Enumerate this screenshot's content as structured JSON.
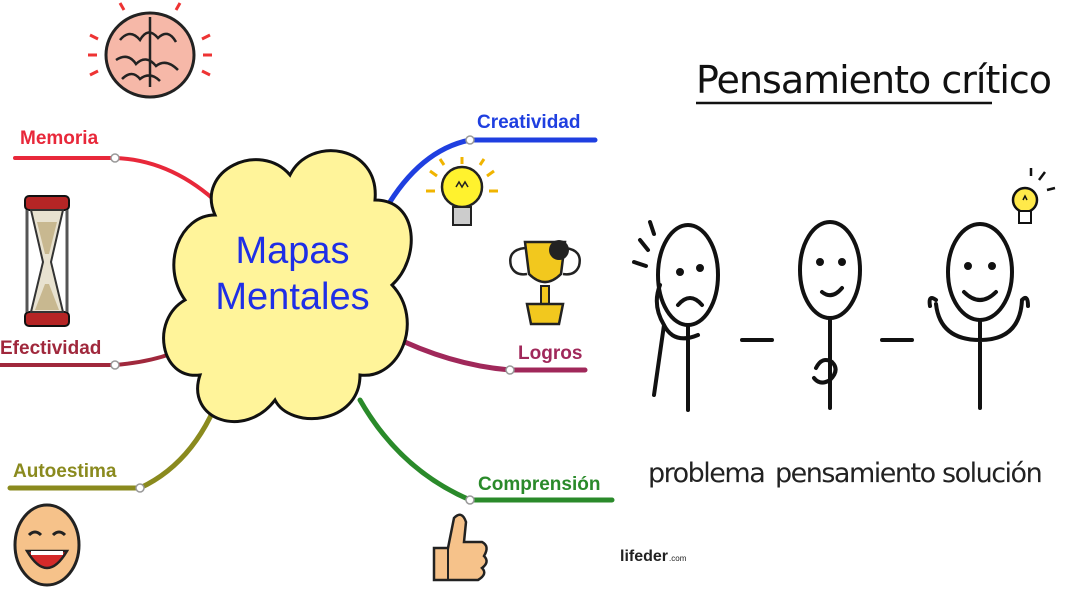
{
  "mindmap": {
    "center_line1": "Mapas",
    "center_line2": "Mentales",
    "branches": {
      "memoria": "Memoria",
      "efectividad": "Efectividad",
      "autoestima": "Autoestima",
      "creatividad": "Creatividad",
      "logros": "Logros",
      "comprension": "Comprensión"
    },
    "colors": {
      "memoria": "#e8283a",
      "efectividad": "#a0283c",
      "autoestima": "#8a8a1e",
      "creatividad": "#1f3fe0",
      "logros": "#a0285a",
      "comprension": "#2a8a2a",
      "cloud": "#fff49a",
      "center_text": "#1f2fe6"
    }
  },
  "critical_thinking": {
    "title": "Pensamiento crítico",
    "stages": [
      "problema",
      "pensamiento",
      "solución"
    ]
  },
  "watermark": {
    "brand": "lifeder",
    "suffix": ".com"
  }
}
